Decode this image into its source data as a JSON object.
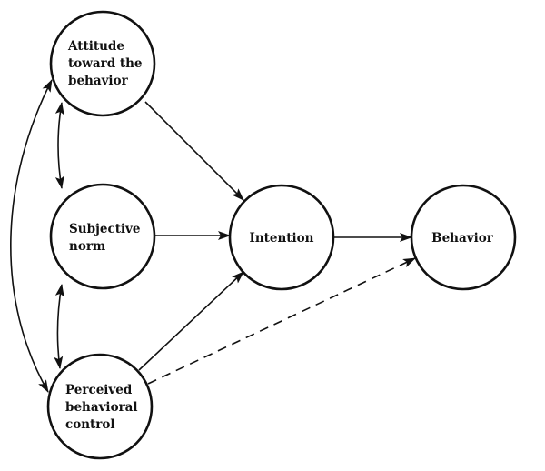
{
  "diagram": {
    "title": "Theory of Planned Behavior",
    "nodes": [
      {
        "id": "attitude",
        "lines": [
          "Attitude",
          "toward the",
          "behavior"
        ]
      },
      {
        "id": "subjective_norm",
        "lines": [
          "Subjective",
          "norm"
        ]
      },
      {
        "id": "pbc",
        "lines": [
          "Perceived",
          "behavioral",
          "control"
        ]
      },
      {
        "id": "intention",
        "lines": [
          "Intention"
        ]
      },
      {
        "id": "behavior",
        "lines": [
          "Behavior"
        ]
      }
    ],
    "edges": [
      {
        "from": "attitude",
        "to": "intention",
        "style": "solid",
        "direction": "forward"
      },
      {
        "from": "subjective_norm",
        "to": "intention",
        "style": "solid",
        "direction": "forward"
      },
      {
        "from": "pbc",
        "to": "intention",
        "style": "solid",
        "direction": "forward"
      },
      {
        "from": "intention",
        "to": "behavior",
        "style": "solid",
        "direction": "forward"
      },
      {
        "from": "pbc",
        "to": "behavior",
        "style": "dashed",
        "direction": "forward"
      },
      {
        "from": "attitude",
        "to": "subjective_norm",
        "style": "solid",
        "direction": "both"
      },
      {
        "from": "subjective_norm",
        "to": "pbc",
        "style": "solid",
        "direction": "both"
      },
      {
        "from": "attitude",
        "to": "pbc",
        "style": "solid",
        "direction": "both"
      }
    ]
  }
}
